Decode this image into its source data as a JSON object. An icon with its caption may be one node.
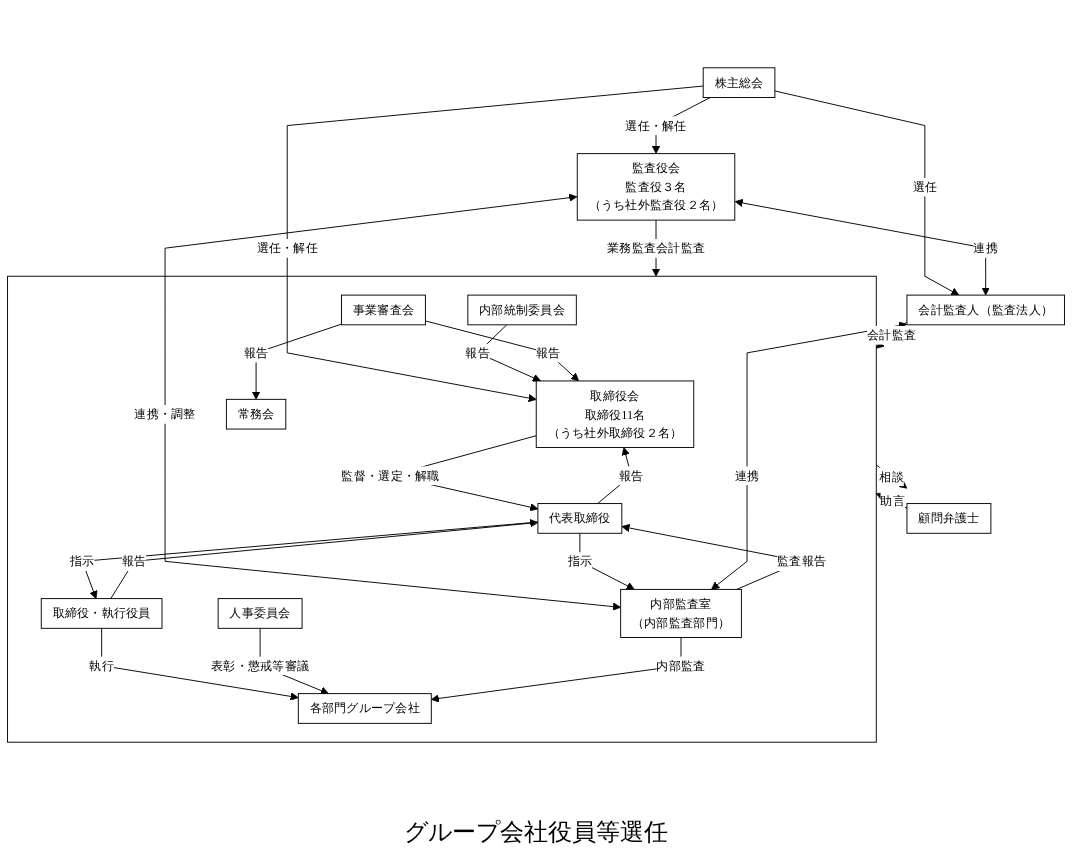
{
  "diagram": {
    "nodes": [
      {
        "text": [
          "株主総会"
        ]
      },
      {
        "text": [],
        "shape": "box"
      },
      {
        "text": [
          "取締役会",
          "取締役11名",
          "（うち社外取締役２名）"
        ],
        "in": 1
      },
      {
        "text": [
          "監査役会",
          "監査役３名",
          "（うち社外監査役２名）"
        ]
      },
      {
        "text": [
          "会計監査人（監査法人）"
        ]
      },
      {
        "text": [
          "内部統制委員会"
        ],
        "in": 1
      },
      {
        "text": [
          "代表取締役"
        ],
        "in": 1
      },
      {
        "text": [
          "内部監査室",
          "（内部監査部門）"
        ],
        "in": 1
      },
      {
        "text": [
          "取締役・執行役員"
        ],
        "in": 1
      },
      {
        "text": [
          "常務会"
        ],
        "in": 1
      },
      {
        "text": [
          "事業審査会"
        ],
        "in": 1
      },
      {
        "text": [
          "人事委員会"
        ],
        "in": 1
      },
      {
        "text": [
          "各部門グループ会社"
        ],
        "in": 1
      },
      {
        "text": [
          "顧問弁護士"
        ]
      }
    ],
    "edges": [
      {
        "from": 0,
        "to": 2,
        "arrow": "to",
        "label": "選任・解任"
      },
      {
        "from": 0,
        "to": 3,
        "arrow": "to",
        "label": "選任・解任"
      },
      {
        "from": 0,
        "to": 4,
        "arrow": "to",
        "label": "選任"
      },
      {
        "from": 3,
        "to": 1,
        "arrow": "to",
        "label": "業務監査会計監査"
      },
      {
        "from": 3,
        "to": 4,
        "arrow": "both",
        "label": "連携"
      },
      {
        "from": 3,
        "to": 7,
        "arrow": "both",
        "label": "連携・調整"
      },
      {
        "from": 5,
        "to": 2,
        "arrow": "to",
        "label": "報告"
      },
      {
        "from": 2,
        "to": 6,
        "arrow": "to",
        "label": "監督・選定・解職"
      },
      {
        "from": 6,
        "to": 2,
        "arrow": "to",
        "label": "報告"
      },
      {
        "from": 10,
        "to": 2,
        "arrow": "to",
        "label": "報告"
      },
      {
        "from": 6,
        "to": 7,
        "arrow": "to",
        "label": "指示"
      },
      {
        "from": 7,
        "to": 6,
        "arrow": "to",
        "label": "監査報告"
      },
      {
        "from": 4,
        "to": 7,
        "arrow": "both",
        "label": "連携"
      },
      {
        "from": 4,
        "to": 1,
        "arrow": "to",
        "label": "会計監査"
      },
      {
        "from": 8,
        "to": 6,
        "arrow": "to",
        "label": "報告"
      },
      {
        "from": 6,
        "to": 8,
        "arrow": "to",
        "label": "指示"
      },
      {
        "from": 8,
        "to": 12,
        "arrow": "to",
        "label": "執行"
      },
      {
        "from": 10,
        "to": 9,
        "arrow": "to",
        "label": "報告"
      },
      {
        "from": 11,
        "to": 12,
        "arrow": "to",
        "label": "表彰・懲戒等審議"
      },
      {
        "from": 7,
        "to": 12,
        "arrow": "to",
        "label": "内部監査"
      },
      {
        "from": 1,
        "to": 13,
        "arrow": "to",
        "label": "相談"
      },
      {
        "from": 13,
        "to": 1,
        "arrow": "to",
        "label": "助言"
      }
    ],
    "labels": [
      "グループ会社役員等選任"
    ]
  }
}
